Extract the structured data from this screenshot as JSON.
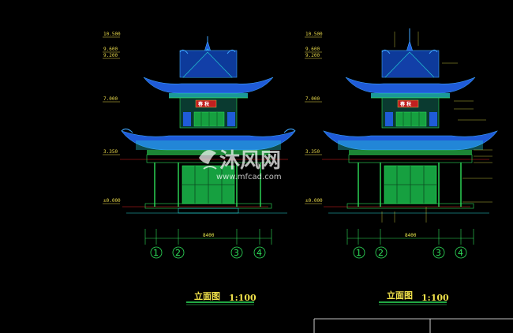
{
  "drawings": [
    {
      "levels": [
        "10.500",
        "9.600",
        "9.200",
        "7.000",
        "3.350",
        "±0.000"
      ],
      "dimension": "8400",
      "axes": [
        "1",
        "2",
        "3",
        "4"
      ],
      "title": "立面图",
      "scale": "1:100",
      "plaque": "春 秋"
    },
    {
      "levels": [
        "10.500",
        "9.600",
        "9.200",
        "7.000",
        "3.350",
        "±0.000"
      ],
      "dimension": "8400",
      "axes": [
        "1",
        "2",
        "3",
        "4"
      ],
      "title": "立面图",
      "scale": "1:100",
      "plaque": "春 秋"
    }
  ],
  "watermark": {
    "text": "沐风网",
    "url": "www.mfcad.com"
  },
  "colors": {
    "background": "#000000",
    "roof": "#1f5bd8",
    "roof_light": "#3fa6ff",
    "structure": "#2ee05a",
    "cyan": "#27d8d8",
    "red_line": "#e02020",
    "level_text": "#e8d84a",
    "title_text": "#f0e14a",
    "frame": "#ffffff"
  }
}
